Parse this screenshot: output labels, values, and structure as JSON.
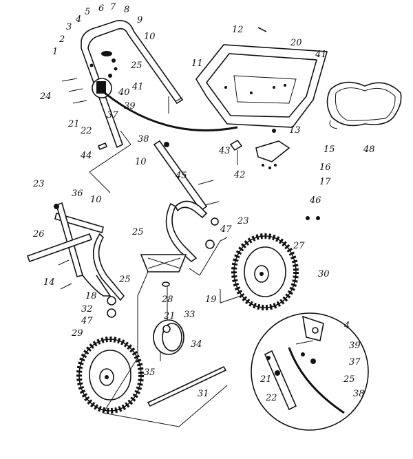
{
  "diagram": {
    "type": "exploded-parts-diagram",
    "part_labels": [
      "1",
      "2",
      "3",
      "4",
      "5",
      "6",
      "7",
      "8",
      "9",
      "10",
      "25",
      "40",
      "41",
      "24",
      "21",
      "22",
      "37",
      "39",
      "38",
      "44",
      "12",
      "11",
      "20",
      "41",
      "13",
      "15",
      "16",
      "17",
      "43",
      "42",
      "48",
      "10",
      "45",
      "23",
      "36",
      "10",
      "26",
      "14",
      "18",
      "25",
      "25",
      "23",
      "47",
      "27",
      "46",
      "30",
      "28",
      "19",
      "33",
      "21",
      "32",
      "47",
      "34",
      "29",
      "35",
      "31",
      "4",
      "39",
      "37",
      "25",
      "21",
      "22",
      "38"
    ]
  }
}
